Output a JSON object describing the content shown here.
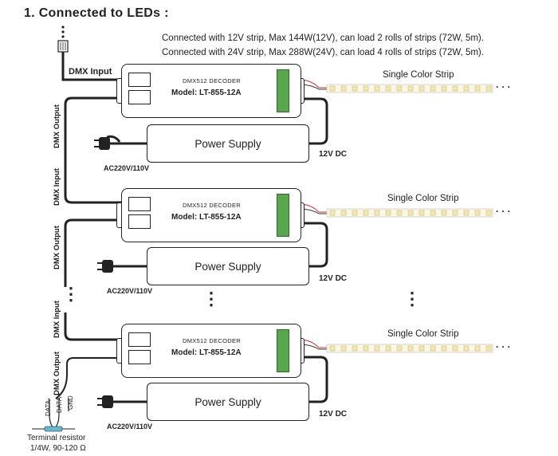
{
  "title": "1. Connected to LEDs :",
  "notes": [
    "Connected with 12V strip, Max 144W(12V), can load 2 rolls of strips (72W, 5m).",
    "Connected with 24V strip, Max 288W(24V), can load 4 rolls of strips (72W, 5m)."
  ],
  "decoder": {
    "name": "DMX512  DECODER",
    "model": "Model: LT-855-12A"
  },
  "power_supply": "Power Supply",
  "ac_label": "AC220V/110V",
  "dc_label": "12V DC",
  "strip_label": "Single Color Strip",
  "dmx_input": "DMX Input",
  "dmx_output": "DMX Output",
  "strip_ellipsis": "· · ·",
  "vdots": "⋮",
  "wires": {
    "data_minus": "DATA-",
    "data_plus": "DATA+",
    "gnd": "GND"
  },
  "resistor": {
    "line1": "Terminal resistor",
    "line2": "1/4W, 90-120 Ω"
  },
  "colors": {
    "terminal_green": "#5aa64e",
    "strip_led": "#f2e7b8",
    "wire": "#222222"
  }
}
